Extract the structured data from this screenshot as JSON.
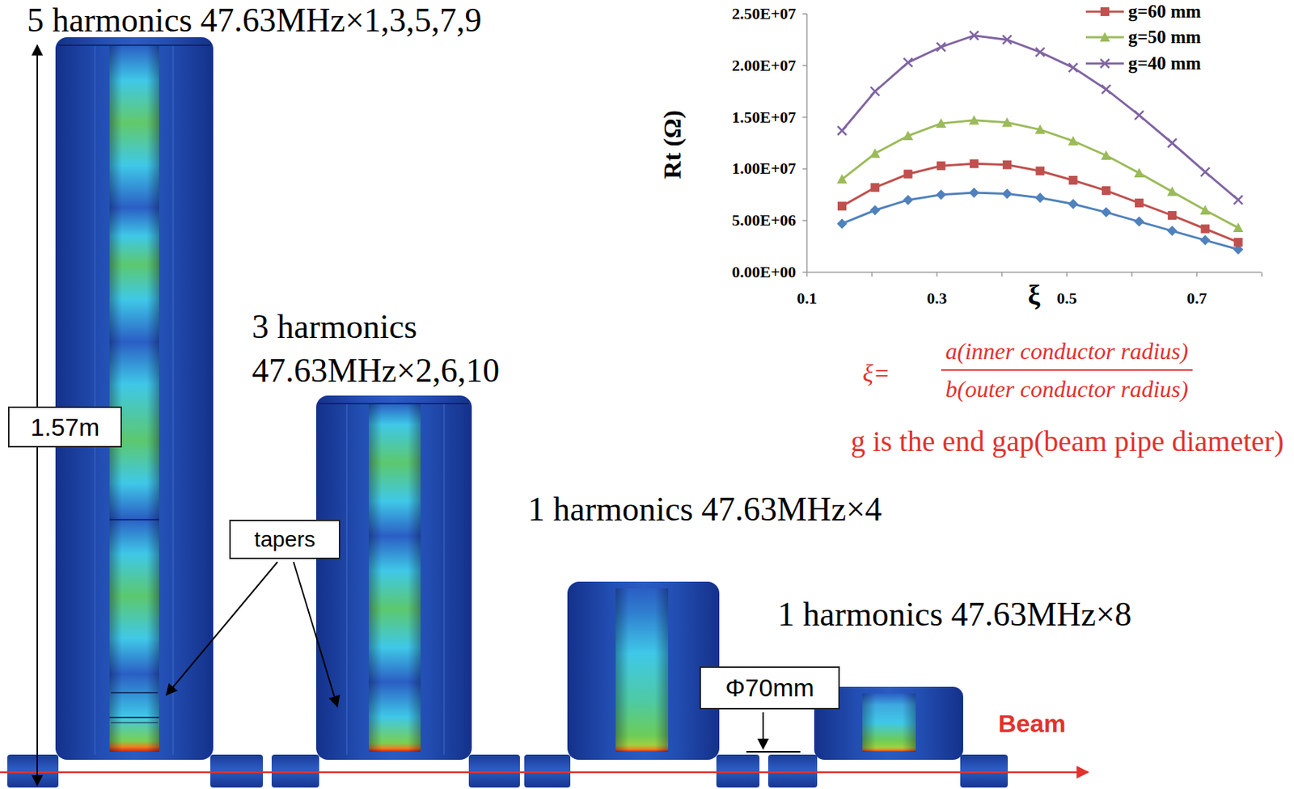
{
  "diagram": {
    "nodes": [
      {
        "text": [
          "1.57m"
        ]
      },
      {
        "text": [
          "tapers"
        ]
      },
      {
        "text": [
          "Φ70mm"
        ]
      }
    ],
    "labels": [
      "5 harmonics 47.63MHz×1,3,5,7,9",
      "2.50E+07",
      "2.00E+07",
      "1.50E+07",
      "1.00E+07",
      "5.00E+06",
      "0.00E+00",
      "Rt (Ω)",
      "0.1",
      "0.3",
      "ξ",
      "0.5",
      "0.7",
      "ξ=",
      "a(inner conductor radius)",
      "b(outer conductor radius)",
      "3 harmonics 47.63MHz×2,6,10",
      "g is the end gap(beam pipe diameter)",
      "1 harmonics 47.63MHz×4",
      "1 harmonics 47.63MHz×8",
      "Beam"
    ],
    "legend": [
      {
        "text": "g=60 mm"
      },
      {
        "text": "g=50 mm"
      },
      {
        "text": "g=40 mm"
      }
    ]
  }
}
